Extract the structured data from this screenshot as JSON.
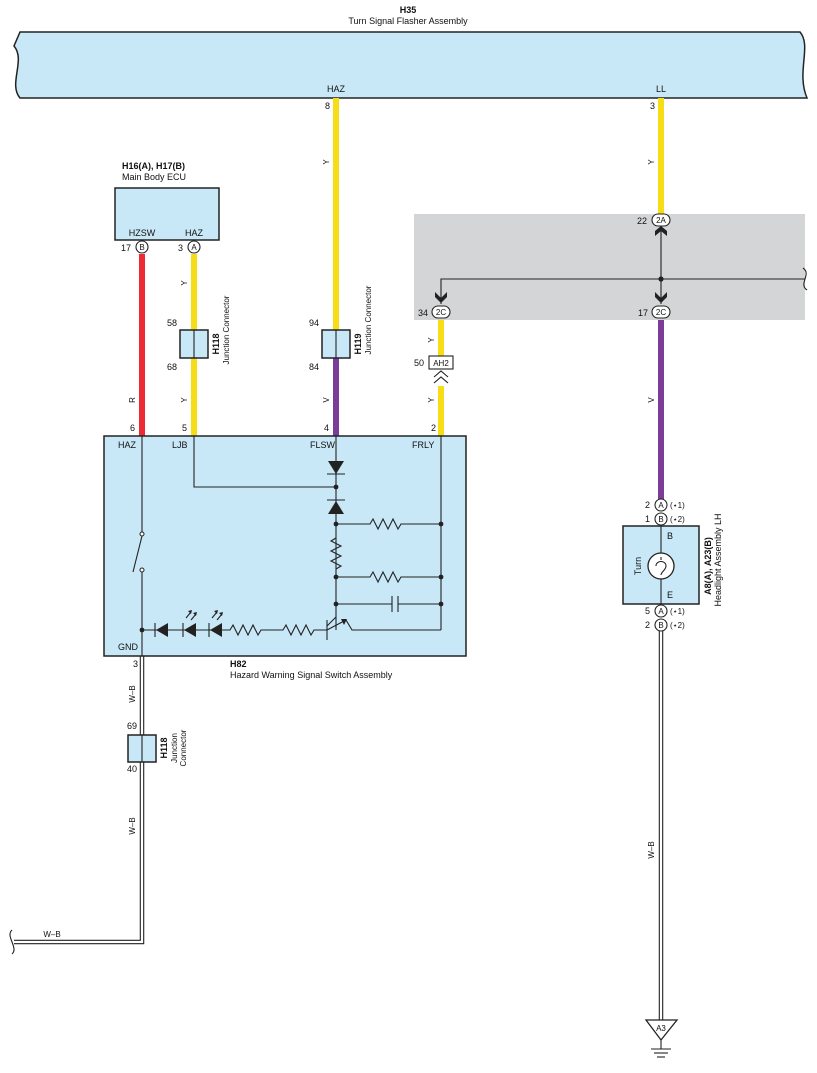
{
  "flasher": {
    "code": "H35",
    "name": "Turn Signal Flasher Assembly",
    "pin_haz_label": "HAZ",
    "pin_haz_num": "8",
    "pin_ll_label": "LL",
    "pin_ll_num": "3"
  },
  "ecu": {
    "codes": "H16(A), H17(B)",
    "name": "Main Body ECU",
    "pin_hzsw_label": "HZSW",
    "pin_hzsw_num": "17",
    "pin_hzsw_conn": "B",
    "pin_haz_label": "HAZ",
    "pin_haz_num": "3",
    "pin_haz_conn": "A"
  },
  "jc_h118_top": {
    "code": "H118",
    "name": "Junction Connector",
    "pin_in": "58",
    "pin_out": "68"
  },
  "jc_h119": {
    "code": "H119",
    "name": "Junction Connector",
    "pin_in": "94",
    "pin_out": "84"
  },
  "jc_h118_bottom": {
    "code": "H118",
    "name_l1": "Junction",
    "name_l2": "Connector",
    "pin_in": "69",
    "pin_out": "40"
  },
  "junction_block": {
    "pin_2a_num": "22",
    "pin_2a_label": "2A",
    "pin_2c_left_num": "34",
    "pin_2c_left_label": "2C",
    "pin_2c_right_num": "17",
    "pin_2c_right_label": "2C",
    "ah2_num": "50",
    "ah2_label": "AH2"
  },
  "switch": {
    "code": "H82",
    "name": "Hazard Warning Signal Switch Assembly",
    "pin_haz_label": "HAZ",
    "pin_haz_num": "6",
    "pin_ljb_label": "LJB",
    "pin_ljb_num": "5",
    "pin_flsw_label": "FLSW",
    "pin_flsw_num": "4",
    "pin_frly_label": "FRLY",
    "pin_frly_num": "2",
    "pin_gnd_label": "GND",
    "pin_gnd_num": "3"
  },
  "headlight": {
    "codes": "A8(A), A23(B)",
    "name": "Headlight Assembly LH",
    "bulb_label": "Turn",
    "pin_b_label": "B",
    "pin_e_label": "E",
    "top_pin1_num": "2",
    "top_pin1_conn": "A",
    "top_pin1_note": "(⋆1)",
    "top_pin2_num": "1",
    "top_pin2_conn": "B",
    "top_pin2_note": "(⋆2)",
    "bot_pin1_num": "5",
    "bot_pin1_conn": "A",
    "bot_pin1_note": "(⋆1)",
    "bot_pin2_num": "2",
    "bot_pin2_conn": "B",
    "bot_pin2_note": "(⋆2)"
  },
  "wire_colors": {
    "y": "Y",
    "r": "R",
    "v": "V",
    "wb": "W–B"
  },
  "ground": {
    "label": "A3"
  },
  "colors": {
    "box_fill": "#c9e8f7",
    "junction_block_fill": "#d4d5d7",
    "yellow": "#f6dd18",
    "red": "#ee2a34",
    "violet": "#7a3d98",
    "white_black": "#ffffff"
  }
}
